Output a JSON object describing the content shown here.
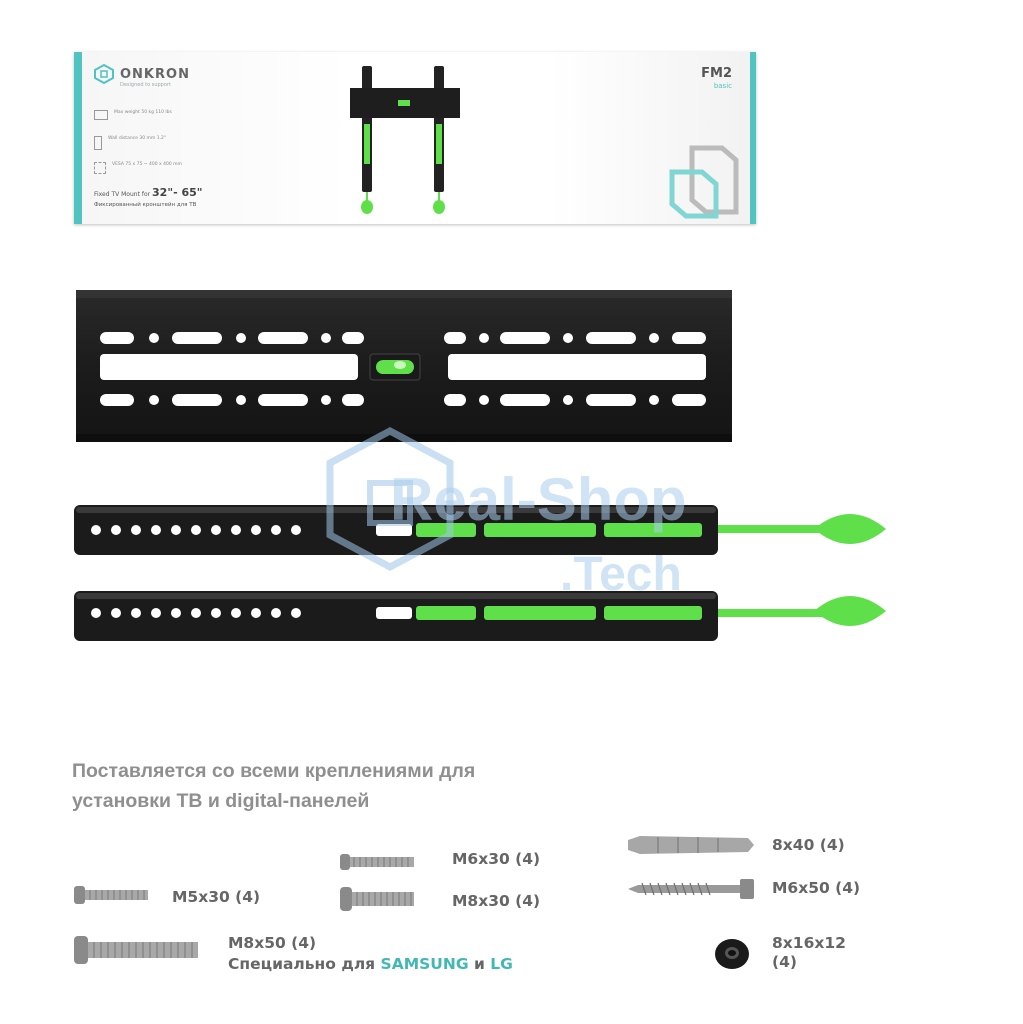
{
  "box": {
    "brand": "ONKRON",
    "slogan": "Designed to support",
    "model": "FM2",
    "model_sub": "basic",
    "specs": [
      {
        "icon": "weight-icon",
        "text": "Max weight 50 kg 110 lbs"
      },
      {
        "icon": "distance-icon",
        "text": "Wall distance 30 mm 1.2\""
      },
      {
        "icon": "vesa-icon",
        "text": "VESA 75 x 75 ~ 400 x 400 mm"
      }
    ],
    "mount_title_prefix": "Fixed TV Mount for",
    "mount_title_size": "32\"- 65\"",
    "mount_title_ru": "Фиксированный кронштейн для ТВ"
  },
  "watermark": {
    "line1": "Real-Shop",
    "line2": ".Tech"
  },
  "hardware": {
    "heading_line1": "Поставляется со всеми креплениями для",
    "heading_line2": "установки ТВ и digital-панелей",
    "items": {
      "m6x30": "M6x30 (4)",
      "m5x30": "M5x30 (4)",
      "m8x30": "M8x30 (4)",
      "m8x50": "M8x50 (4)",
      "special_prefix": "Специально для",
      "samsung": "SAMSUNG",
      "special_and": "и",
      "lg": "LG",
      "anchor": "8x40 (4)",
      "m6x50": "M6x50 (4)",
      "spacer_line1": "8x16x12",
      "spacer_line2": "(4)"
    }
  },
  "colors": {
    "brand_teal": "#4fc4c0",
    "accent_green": "#5fe04a",
    "steel_black": "#1b1b1b",
    "heading_gray": "#8f8f8f"
  }
}
